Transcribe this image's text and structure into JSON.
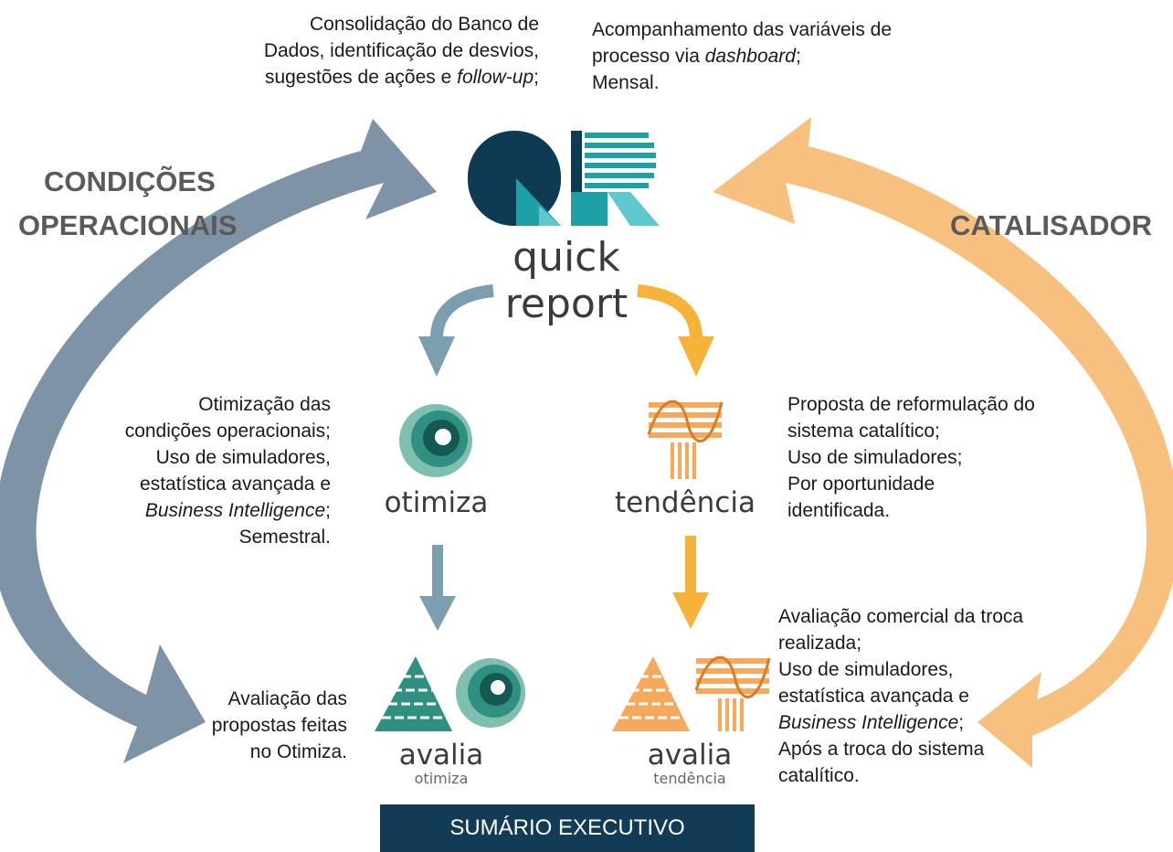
{
  "colors": {
    "left_arrow": "#7f93a7",
    "right_arrow": "#f7c07f",
    "otimiza_arrow": "#7b9fae",
    "tendencia_arrow": "#f7b23a",
    "qr_dark": "#0f3a53",
    "qr_teal": "#1ea0a7",
    "qr_light": "#5fc8cf",
    "otimiza_green": "#1f6f63",
    "otimiza_light": "#7fbfb0",
    "tendencia_orange": "#f6a85c",
    "footer_bg": "#123c55"
  },
  "header": {
    "left_lines": [
      "Consolidação do Banco de",
      "Dados, identificação de desvios,",
      "sugestões de ações e "
    ],
    "left_italic": "follow-up",
    "left_end": ";",
    "right_line1": "Acompanhamento das variáveis de",
    "right_line2_a": "processo via ",
    "right_line2_italic": "dashboard",
    "right_line2_b": ";",
    "right_line3": "Mensal."
  },
  "labels": {
    "condicoes_1": "CONDIÇÕES",
    "condicoes_2": "OPERACIONAIS",
    "catalisador": "CATALISADOR"
  },
  "logos": {
    "quick_report": "quick report",
    "otimiza": "otimiza",
    "tendencia": "tendência",
    "avalia": "avalia",
    "avalia_otimiza_sub": "otimiza",
    "avalia_tendencia_sub": "tendência"
  },
  "otimiza_text": {
    "l1": "Otimização das",
    "l2": "condições operacionais;",
    "l3": "Uso de simuladores,",
    "l4": "estatística avançada e",
    "l5_italic": "Business Intelligence",
    "l5_end": ";",
    "l6": "Semestral."
  },
  "tendencia_text": {
    "l1": "Proposta de reformulação do",
    "l2": "sistema catalítico;",
    "l3": "Uso de simuladores;",
    "l4": "Por oportunidade",
    "l5": "identificada."
  },
  "avalia_otimiza_text": {
    "l1": "Avaliação das",
    "l2": "propostas feitas",
    "l3": "no Otimiza."
  },
  "avalia_tendencia_text": {
    "l1": "Avaliação comercial da troca",
    "l2": "realizada;",
    "l3": "Uso de simuladores,",
    "l4": "estatística avançada e",
    "l5_italic": "Business Intelligence",
    "l5_end": ";",
    "l6": "Após a troca do sistema",
    "l7": "catalítico."
  },
  "footer": {
    "button_label": "SUMÁRIO EXECUTIVO"
  }
}
